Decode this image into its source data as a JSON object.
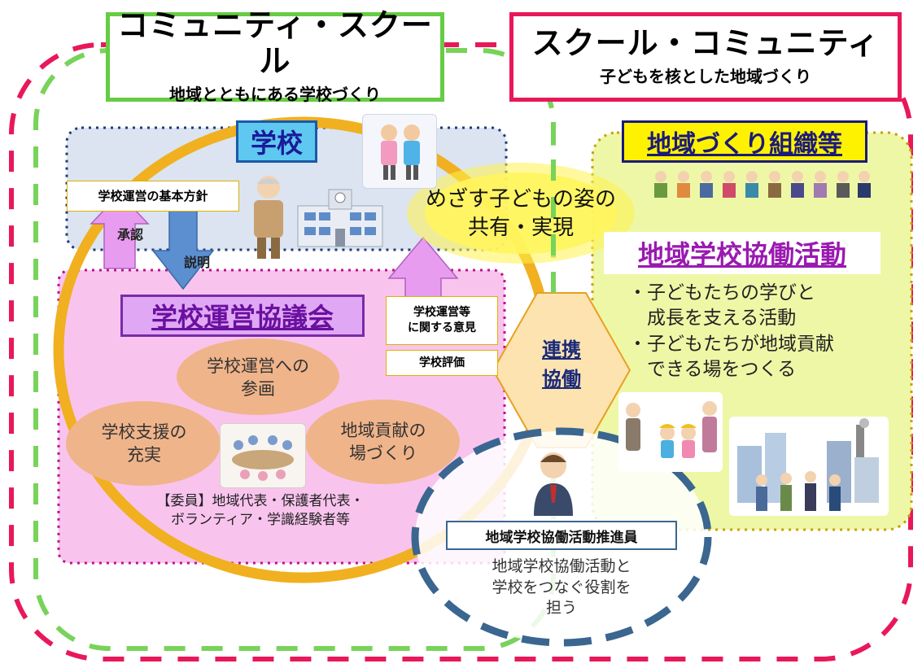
{
  "community_school": {
    "title": "コミュニティ・スクール",
    "subtitle": "地域とともにある学校づくり"
  },
  "school_community": {
    "title": "スクール・コミュニティ",
    "subtitle": "子どもを核とした地域づくり"
  },
  "school": {
    "label": "学校",
    "policy": "学校運営の基本方針",
    "approval": "承認",
    "explanation": "説明"
  },
  "council": {
    "label": "学校運営協議会",
    "oval_participation": "学校運営への\n参画",
    "oval_support": "学校支援の\n充実",
    "oval_contribution": "地域貢献の\n場づくり",
    "members": "【委員】地域代表・保護者代表・\nボランティア・学識経験者等"
  },
  "opinion": {
    "opinion_box": "学校運営等\nに関する意見",
    "evaluation_box": "学校評価"
  },
  "shared_goal": "めざす子どもの姿の\n共有・実現",
  "collaboration": "連携\n協働",
  "region": {
    "label": "地域づくり組織等",
    "activity_title": "地域学校協働活動",
    "bullets": [
      "・子どもたちの学びと\n　成長を支える活動",
      "・子どもたちが地域貢献\n　できる場をつくる"
    ]
  },
  "coordinator": {
    "title": "地域学校協働活動推進員",
    "description": "地域学校協働活動と\n学校をつなぐ役割を\n担う"
  },
  "icons": [
    "students-icon",
    "principal-icon",
    "school-building-icon",
    "meeting-icon",
    "community-people-icon",
    "children-elders-icon",
    "town-icon",
    "coordinator-icon"
  ],
  "colors": {
    "green": "#66cc44",
    "magenta": "#e8185a",
    "school_blue": "#dbe4f0",
    "council_pink": "#f8c4ee",
    "region_yellow": "#eef7a6",
    "ring_gold": "#f0b020",
    "oval_orange": "#f0b48a",
    "arrow_purple": "#e89cf0",
    "arrow_blue": "#5b8fd0",
    "dashed_navy": "#3a6690"
  }
}
